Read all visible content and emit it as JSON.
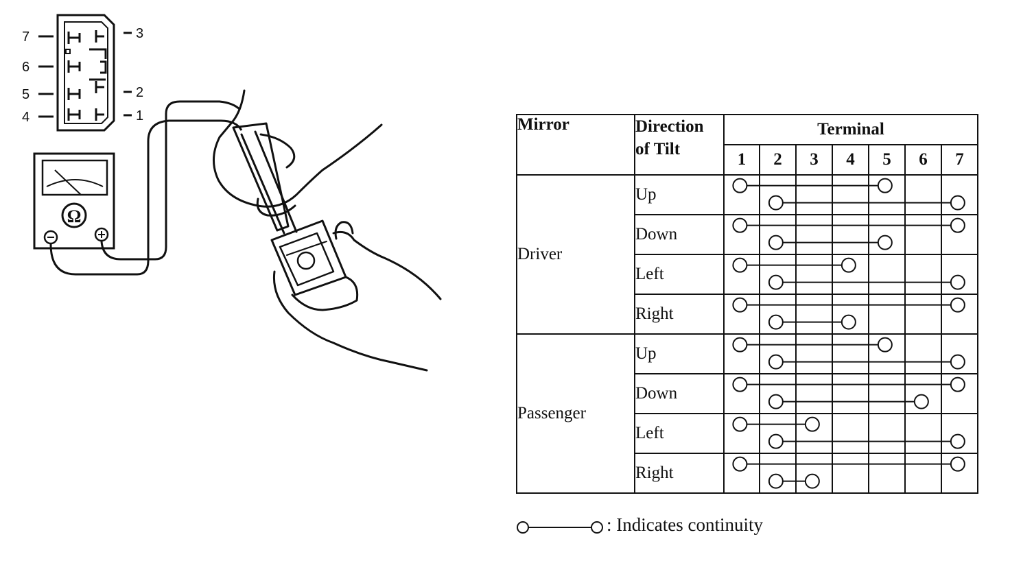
{
  "connector": {
    "pins_left": [
      "7",
      "6",
      "5",
      "4"
    ],
    "pins_right": [
      "3",
      "2",
      "1"
    ]
  },
  "meter_symbol": "Ω",
  "table": {
    "header": {
      "mirror": "Mirror",
      "direction_line1": "Direction",
      "direction_line2": "of Tilt",
      "terminal": "Terminal",
      "terminals": [
        "1",
        "2",
        "3",
        "4",
        "5",
        "6",
        "7"
      ]
    },
    "groups": [
      {
        "mirror": "Driver",
        "rows": [
          {
            "direction": "Up",
            "pairs": [
              [
                1,
                5
              ],
              [
                2,
                7
              ]
            ]
          },
          {
            "direction": "Down",
            "pairs": [
              [
                1,
                7
              ],
              [
                2,
                5
              ]
            ]
          },
          {
            "direction": "Left",
            "pairs": [
              [
                1,
                4
              ],
              [
                2,
                7
              ]
            ]
          },
          {
            "direction": "Right",
            "pairs": [
              [
                1,
                7
              ],
              [
                2,
                4
              ]
            ]
          }
        ]
      },
      {
        "mirror": "Passenger",
        "rows": [
          {
            "direction": "Up",
            "pairs": [
              [
                1,
                5
              ],
              [
                2,
                7
              ]
            ]
          },
          {
            "direction": "Down",
            "pairs": [
              [
                1,
                7
              ],
              [
                2,
                6
              ]
            ]
          },
          {
            "direction": "Left",
            "pairs": [
              [
                1,
                3
              ],
              [
                2,
                7
              ]
            ]
          },
          {
            "direction": "Right",
            "pairs": [
              [
                1,
                7
              ],
              [
                2,
                3
              ]
            ]
          }
        ]
      }
    ]
  },
  "legend": {
    "text": ": Indicates continuity"
  }
}
